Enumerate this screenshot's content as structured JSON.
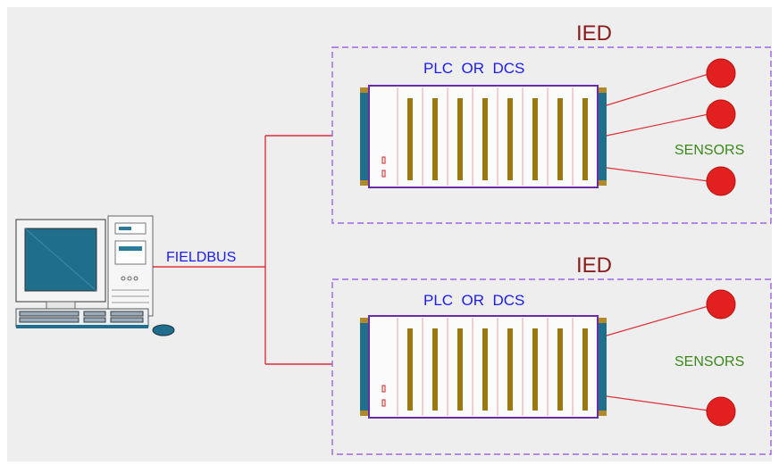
{
  "diagram": {
    "bus_label": "FIELDBUS",
    "ied_units": [
      {
        "ied_label": "IED",
        "controller_label": "PLC  OR  DCS",
        "sensors_label": "SENSORS",
        "sensor_count": 3
      },
      {
        "ied_label": "IED",
        "controller_label": "PLC  OR  DCS",
        "sensors_label": "SENSORS",
        "sensor_count": 2
      }
    ],
    "colors": {
      "background": "#eeeeee",
      "wire": "#e0303a",
      "ied_border": "#9a66e6",
      "ied_text": "#8b1a1a",
      "controller_text": "#1a1aff",
      "sensors_text": "#3a8a1a",
      "plc_frame": "#6a2ca8",
      "sensor_fill": "#e32020",
      "monitor": "#1e6e8c",
      "card_slot": "#9a7a10"
    }
  }
}
